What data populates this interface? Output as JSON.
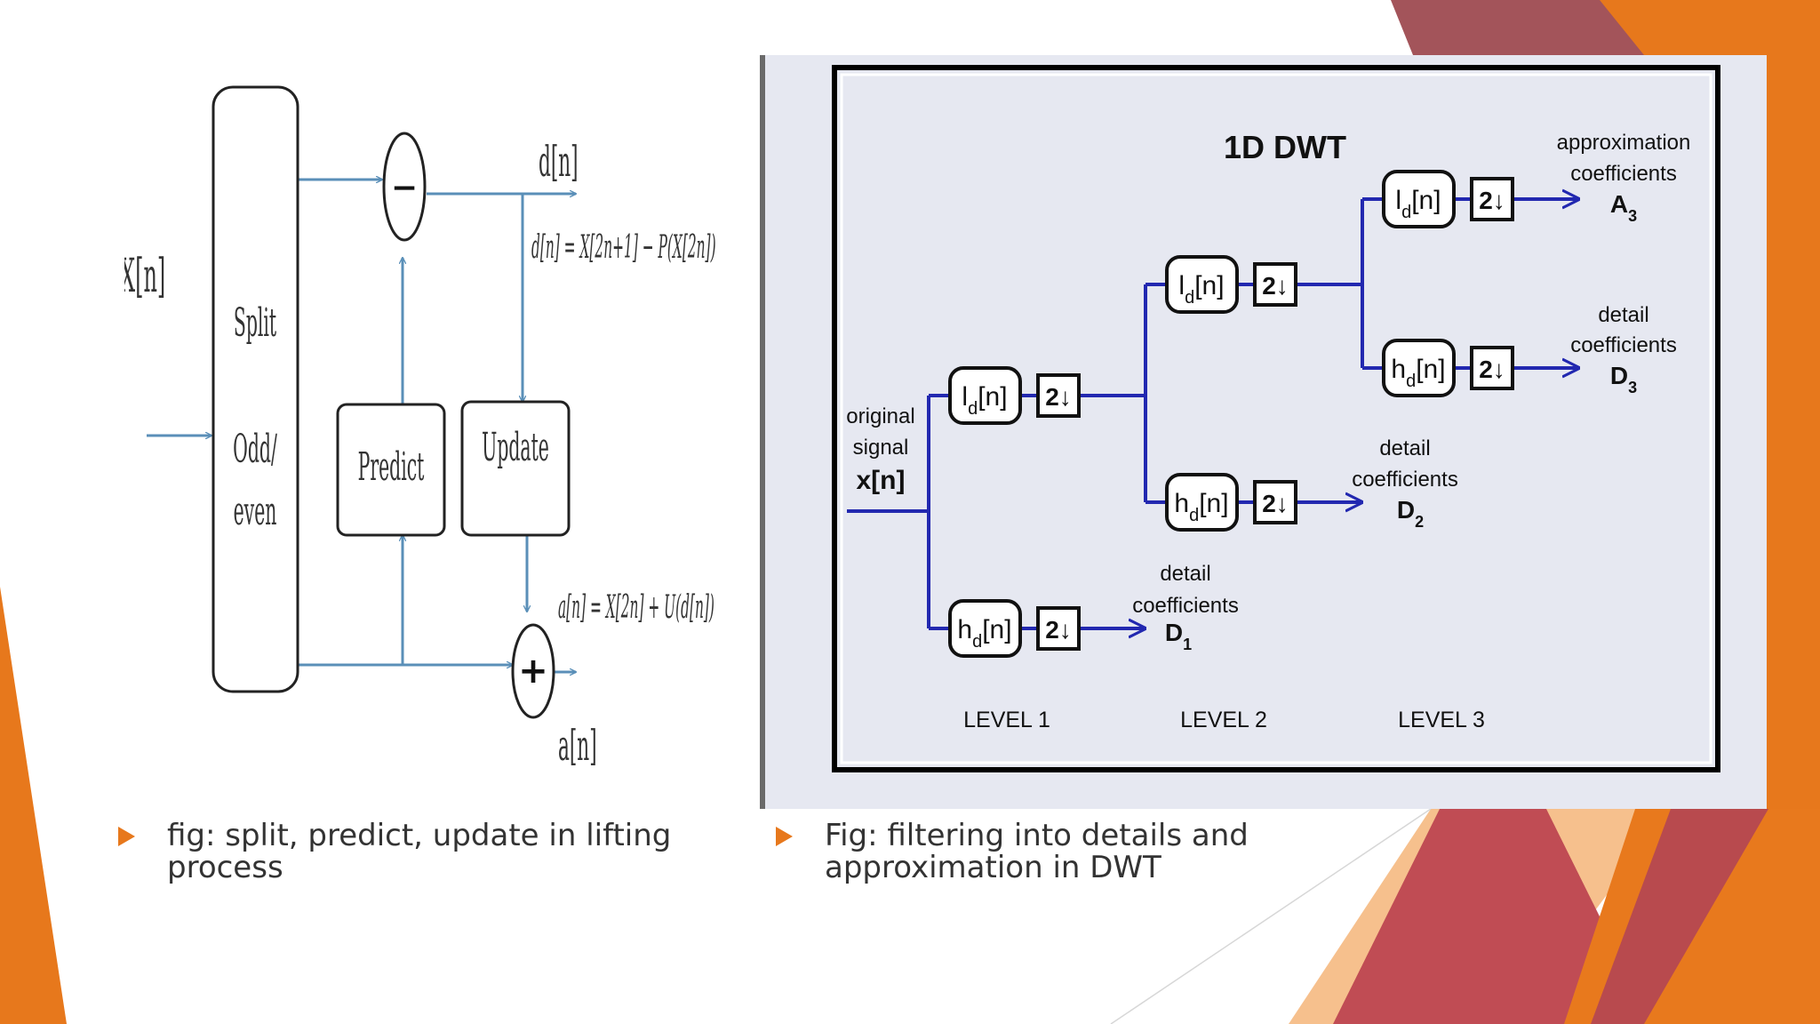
{
  "lifting": {
    "input_label": "X[n]",
    "split_label": "Split",
    "oddeven_label_1": "Odd/",
    "oddeven_label_2": "even",
    "predict_label": "Predict",
    "update_label": "Update",
    "minus_symbol": "−",
    "plus_symbol": "+",
    "d_output": "d[n]",
    "a_output": "a[n]",
    "d_equation": "d[n] = X[2n+1] − P(X[2n])",
    "a_equation": "a[n] = X[2n] + U(d[n])"
  },
  "dwt": {
    "title": "1D DWT",
    "input_label_1": "original",
    "input_label_2": "signal",
    "input_label_3": "x[n]",
    "lowpass_base": "l",
    "highpass_base": "h",
    "filter_sub": "d",
    "filter_arg": "[n]",
    "downsample_label": "2↓",
    "approx_label_1": "approximation",
    "approx_label_2": "coefficients",
    "approx_symbol": "A",
    "approx_index": "3",
    "detail_label_1": "detail",
    "detail_label_2": "coefficients",
    "detail_symbol": "D",
    "detail_1_index": "1",
    "detail_2_index": "2",
    "detail_3_index": "3",
    "levels": [
      "LEVEL 1",
      "LEVEL 2",
      "LEVEL 3"
    ]
  },
  "captions": {
    "left_line1": "fig: split, predict, update in lifting",
    "left_line2": "process",
    "right_line1": "Fig: filtering into details and",
    "right_line2": "approximation in DWT"
  },
  "colors": {
    "accent_orange": "#e7781c",
    "accent_red": "#b84a4e",
    "lifting_arrow": "#5a8fb8",
    "dwt_line": "#2228b0",
    "dwt_panel": "#e6e8f1"
  }
}
